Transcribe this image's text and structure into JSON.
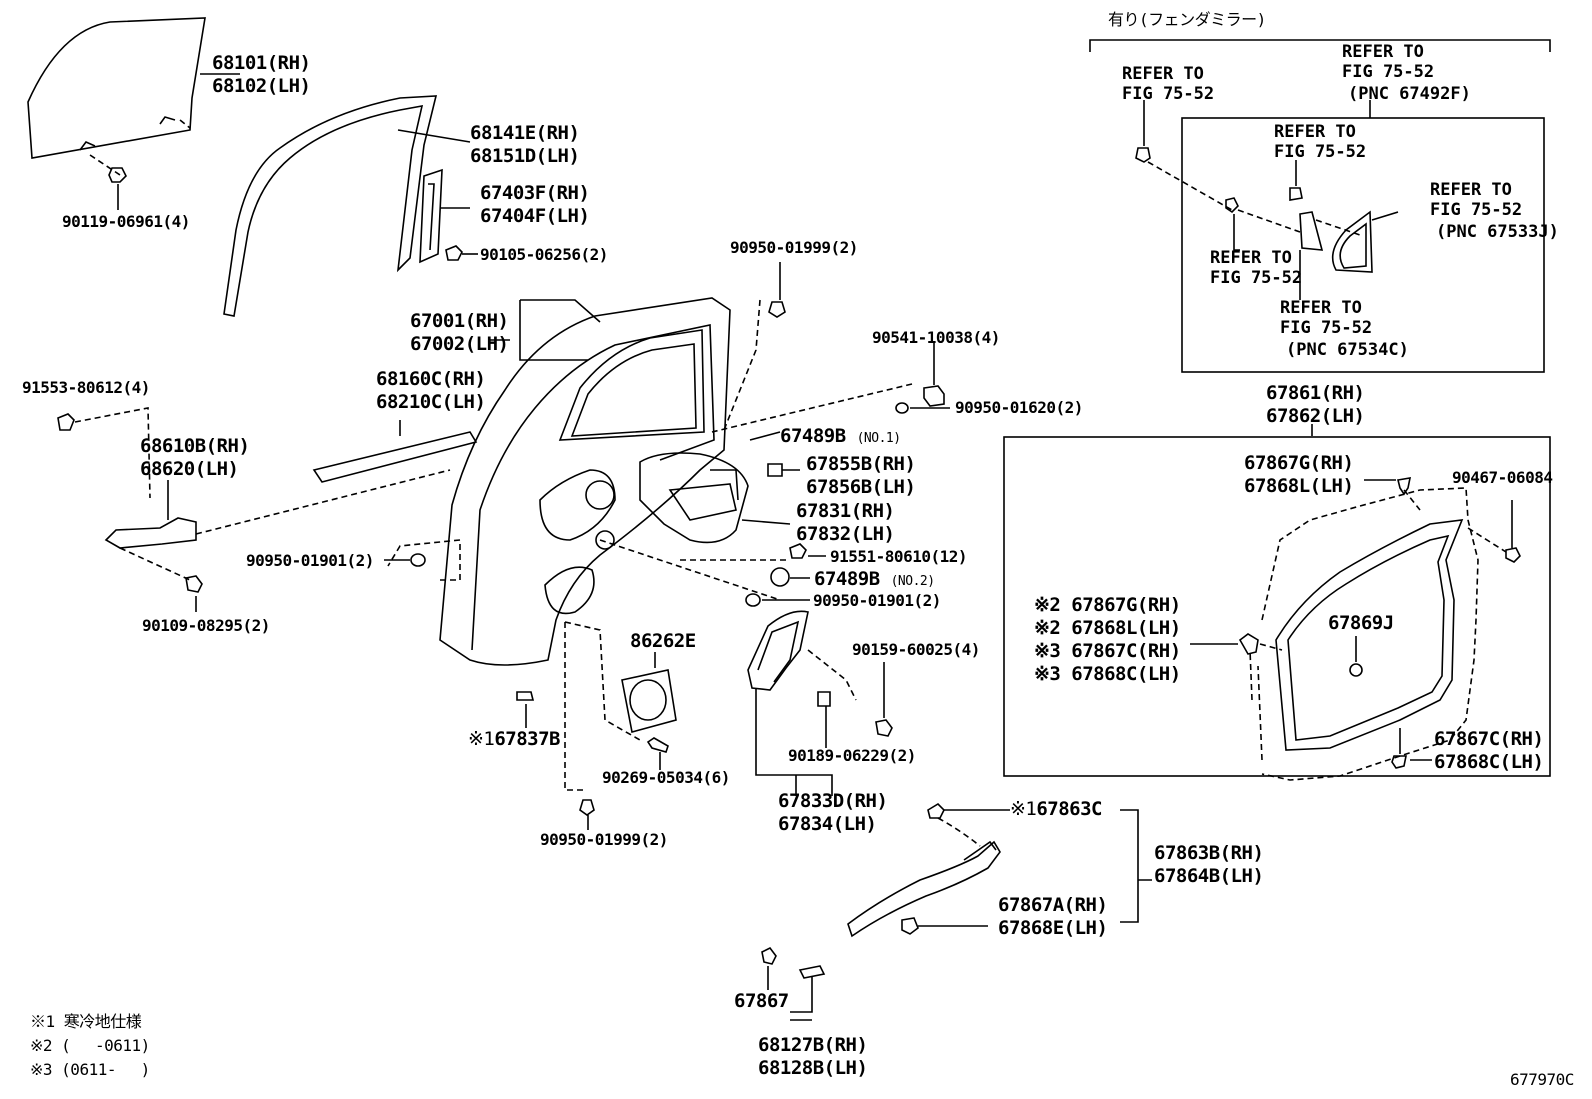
{
  "header_note": "有り(フェンダミラー)",
  "figure_id": "677970C",
  "notes": [
    "※1 寒冷地仕様",
    "※2 (　 -0611)",
    "※3 (0611- 　)"
  ],
  "parts": {
    "glass": [
      "68101(RH)",
      "68102(LH)"
    ],
    "glass_bolt": "90119-06961(4)",
    "run_channel": [
      "68141E(RH)",
      "68151D(LH)"
    ],
    "rear_channel": [
      "67403F(RH)",
      "67404F(LH)"
    ],
    "channel_bolt": "90105-06256(2)",
    "door_panel": [
      "67001(RH)",
      "67002(LH)"
    ],
    "plug_top": "90950-01999(2)",
    "plug_top_2": "90541-10038(4)",
    "plug_620": "90950-01620(2)",
    "weatherstrip_outer": [
      "68160C(RH)",
      "68210C(LH)"
    ],
    "check_bolt": "91553-80612(4)",
    "door_check": [
      "68610B(RH)",
      "68620(LH)"
    ],
    "check_screw": "90109-08295(2)",
    "hole_cover_1": "67489B",
    "hole_cover_1_tag": "(NO.1)",
    "cover_855": [
      "67855B(RH)",
      "67856B(LH)"
    ],
    "service_hole": [
      "67831(RH)",
      "67832(LH)"
    ],
    "bolt_551": "91551-80610(12)",
    "hole_cover_2": "67489B",
    "hole_cover_2_tag": "(NO.2)",
    "plug_901_left": "90950-01901(2)",
    "plug_901_right": "90950-01901(2)",
    "speaker": "86262E",
    "screw_269": "90269-05034(6)",
    "clip_837": "67837B",
    "mark1": "※1",
    "plug_bottom": "90950-01999(2)",
    "screw_159": "90159-60025(4)",
    "nut_189": "90189-06229(2)",
    "armrest": [
      "67833D(RH)",
      "67834(LH)"
    ],
    "refer_to": "REFER TO",
    "fig": "FIG 75-52",
    "pnc_492": "(PNC 67492F)",
    "pnc_533": "(PNC 67533J)",
    "pnc_534": "(PNC 67534C)",
    "weatherstrip": [
      "67861(RH)",
      "67862(LH)"
    ],
    "clip_867g": [
      "67867G(RH)",
      "67868L(LH)"
    ],
    "clip_467": "90467-06084",
    "clip_list": [
      "※2 67867G(RH)",
      "※2 67868L(LH)",
      "※3 67867C(RH)",
      "※3 67868C(LH)"
    ],
    "clip_869": "67869J",
    "clip_867c": [
      "67867C(RH)",
      "67868C(LH)"
    ],
    "clip_863c": "67863C",
    "seal_863b": [
      "67863B(RH)",
      "67864B(LH)"
    ],
    "clip_867a": [
      "67867A(RH)",
      "67868E(LH)"
    ],
    "clip_867": "67867",
    "seal_127": [
      "68127B(RH)",
      "68128B(LH)"
    ]
  }
}
